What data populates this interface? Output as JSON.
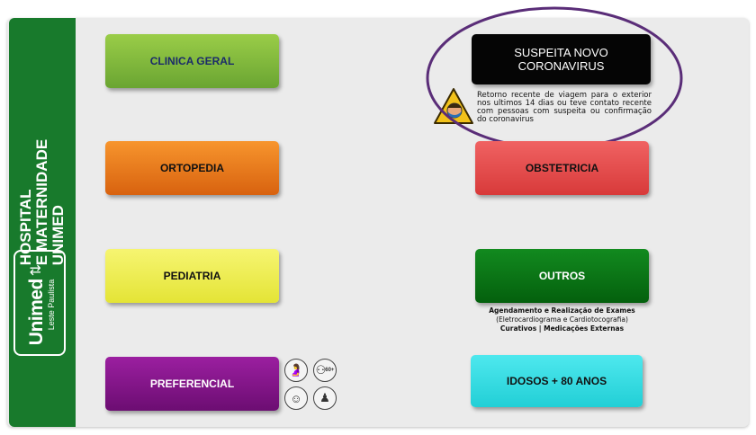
{
  "sidebar": {
    "title_lines": [
      "HOSPITAL",
      "E MATERNIDADE",
      "UNIMED"
    ],
    "logo": {
      "name": "Unimed",
      "subtitle": "Leste Paulista"
    }
  },
  "buttons": {
    "clinica_geral": "CLINICA GERAL",
    "ortopedia": "ORTOPEDIA",
    "pediatria": "PEDIATRIA",
    "preferencial": "PREFERENCIAL",
    "suspeita_coronavirus": "SUSPEITA NOVO CORONAVIRUS",
    "obstetricia": "OBSTETRICIA",
    "outros": "OUTROS",
    "idosos": "IDOSOS + 80 ANOS"
  },
  "coronavirus_note": "Retorno recente de viagem para o exterior nos ultimos 14 dias ou teve contato recente com pessoas com suspeita ou confirmação do coronavirus",
  "outros_note": {
    "line1": "Agendamento e Realização de Exames",
    "line2": "(Eletrocardiograma e Cardiotocografia)",
    "line3": "Curativos | Medicações Externas"
  },
  "preferencial_icons": {
    "items": [
      "pregnant-icon",
      "elderly-60-plus-icon",
      "baby-icon",
      "person-with-infant-icon"
    ],
    "age_label": "60+"
  },
  "colors": {
    "sidebar": "#187a2c",
    "clinica_geral": "#7fbc3d",
    "ortopedia": "#ec7a1d",
    "pediatria": "#efef53",
    "preferencial": "#841790",
    "suspeita_coronavirus": "#050505",
    "obstetricia": "#e84c4c",
    "outros": "#0a7517",
    "idosos": "#33dde3",
    "highlight_ellipse": "#5a2d78",
    "warning": "#f2c21a"
  }
}
